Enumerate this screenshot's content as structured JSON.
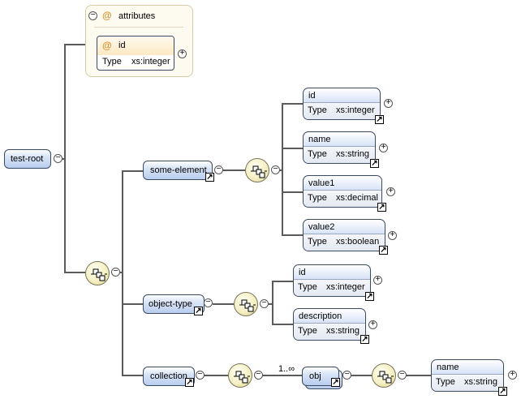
{
  "diagram": {
    "root": {
      "name": "test-root"
    },
    "attributes_group": {
      "label": "attributes",
      "attributes": [
        {
          "name": "id",
          "type_label": "Type",
          "type": "xs:integer"
        }
      ]
    },
    "some_element": {
      "name": "some-element",
      "children": [
        {
          "name": "id",
          "type_label": "Type",
          "type": "xs:integer"
        },
        {
          "name": "name",
          "type_label": "Type",
          "type": "xs:string"
        },
        {
          "name": "value1",
          "type_label": "Type",
          "type": "xs:decimal"
        },
        {
          "name": "value2",
          "type_label": "Type",
          "type": "xs:boolean"
        }
      ]
    },
    "object_type": {
      "name": "object-type",
      "children": [
        {
          "name": "id",
          "type_label": "Type",
          "type": "xs:integer"
        },
        {
          "name": "description",
          "type_label": "Type",
          "type": "xs:string"
        }
      ]
    },
    "collection": {
      "name": "collection",
      "multiplicity": "1..∞",
      "obj": {
        "name": "obj"
      },
      "leaf": {
        "name": "name",
        "type_label": "Type",
        "type": "xs:string"
      }
    },
    "symbols": {
      "collapse": "−",
      "expand": "+",
      "attribute_marker": "@",
      "reference": "↗"
    }
  }
}
